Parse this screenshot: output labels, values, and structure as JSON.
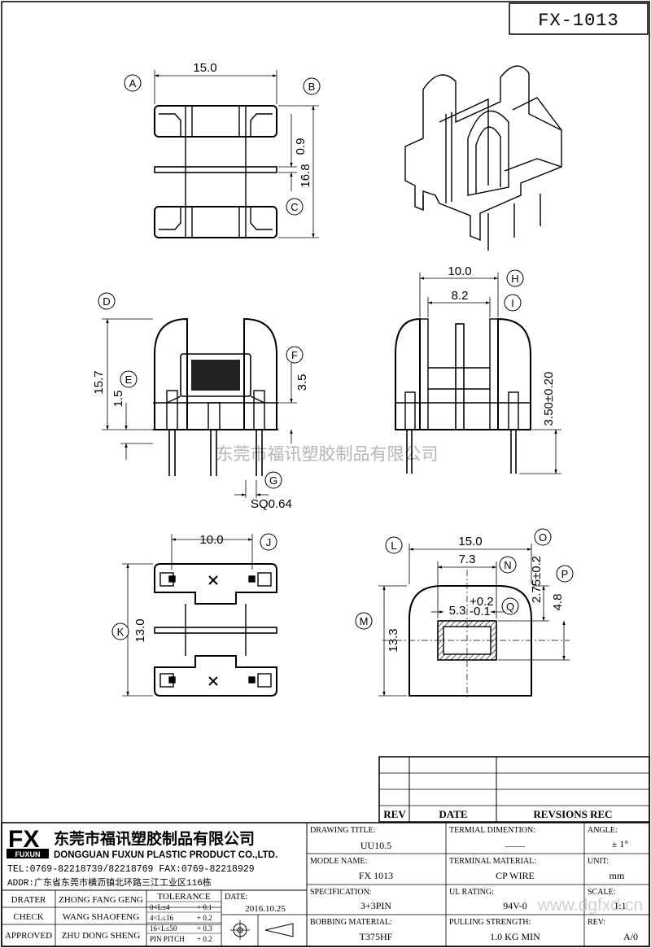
{
  "drawing_number": "FX-1013",
  "watermark": "东莞市福讯塑胶制品有限公司",
  "website": "www.dgfxd.cn",
  "dimensions": {
    "top_width": "15.0",
    "flange_gap": "0.9",
    "top_height": "16.8",
    "front_height": "15.7",
    "front_small": "1.5",
    "front_window": "3.5",
    "pin_size": "SQ0.64",
    "side_width": "10.0",
    "side_inner": "8.2",
    "side_pin": "3.50±0.20",
    "bottom_pitch": "10.0",
    "bottom_height": "13.0",
    "end_width": "15.0",
    "end_inner": "7.3",
    "end_window_w": "5.3",
    "end_tol_plus": "+0.2",
    "end_tol_minus": "-0.1",
    "end_window_h": "4.8",
    "end_top": "2.75±0.2",
    "end_height": "13.3"
  },
  "callouts": [
    "A",
    "B",
    "C",
    "D",
    "E",
    "F",
    "G",
    "H",
    "I",
    "J",
    "K",
    "L",
    "M",
    "N",
    "O",
    "P",
    "Q"
  ],
  "revision_table": {
    "headers": [
      "REV",
      "DATE",
      "REVSIONS REC"
    ]
  },
  "company": {
    "logo": "FX",
    "logo_sub": "FUXUN",
    "name_cn": "东莞市福讯塑胶制品有限公司",
    "name_en": "DONGGUAN FUXUN PLASTIC PRODUCT CO.,LTD.",
    "tel": "TEL:0769-82218739/82218769 FAX:0769-82218929",
    "addr": "ADDR:广东省东莞市横沥镇北环路三江工业区116栋"
  },
  "people": [
    {
      "role": "DRATER",
      "name": "ZHONG FANG GENG"
    },
    {
      "role": "CHECK",
      "name": "WANG SHAOFENG"
    },
    {
      "role": "APPROVED",
      "name": "ZHU DONG SHENG"
    }
  ],
  "tolerance": {
    "title": "TOLERANCE",
    "rows": [
      {
        "range": "0<L≤4",
        "tol": "+ 0.1"
      },
      {
        "range": "4<L≤16",
        "tol": "+ 0.2"
      },
      {
        "range": "16<L≤50",
        "tol": "+ 0.3"
      },
      {
        "range": "PIN PITCH",
        "tol": "+ 0.2"
      }
    ]
  },
  "date": {
    "label": "DATE:",
    "value": "2016.10.25"
  },
  "fields": {
    "drawing_title": {
      "label": "DRAWING TITLE:",
      "value": "UU10.5"
    },
    "terminal_dimention": {
      "label": "TERMIAL DIMENTION:",
      "value": "——"
    },
    "angle": {
      "label": "ANGLE:",
      "value": "± 1°"
    },
    "model_name": {
      "label": "MODLE NAME:",
      "value": "FX 1013"
    },
    "terminal_material": {
      "label": "TERMINAL MATERIAL:",
      "value": "CP WIRE"
    },
    "unit": {
      "label": "UNIT:",
      "value": "mm"
    },
    "specification": {
      "label": "SPECIFICATION:",
      "value": "3+3PIN"
    },
    "ul_rating": {
      "label": "UL RATING:",
      "value": "94V-0"
    },
    "scale": {
      "label": "SCALE:",
      "value": "1:1"
    },
    "bobbing_material": {
      "label": "BOBBING MATERIAL:",
      "value": "T375HF"
    },
    "pulling_strength": {
      "label": "PULLING STRENGTH:",
      "value": "1.0 KG MIN"
    },
    "rev": {
      "label": "REV:",
      "value": "A/0"
    }
  }
}
